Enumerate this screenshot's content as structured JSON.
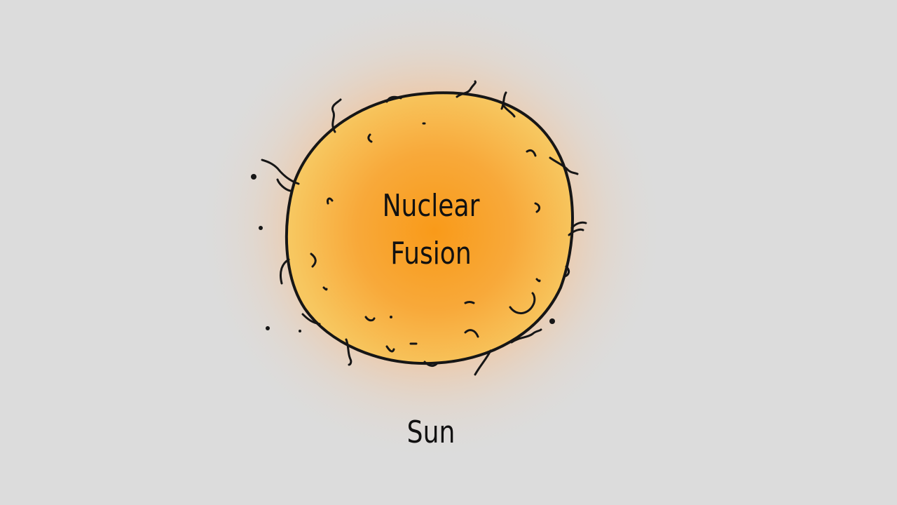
{
  "diagram": {
    "core_label_line_1": "Nuclear",
    "core_label_line_2": "Fusion",
    "caption": "Sun",
    "colors": {
      "background": "#dcdcdc",
      "glow": "#f3c9a0",
      "sun_center": "#f99d1e",
      "sun_edge": "#f7c55c",
      "outline": "#161616",
      "text": "#111111"
    }
  }
}
